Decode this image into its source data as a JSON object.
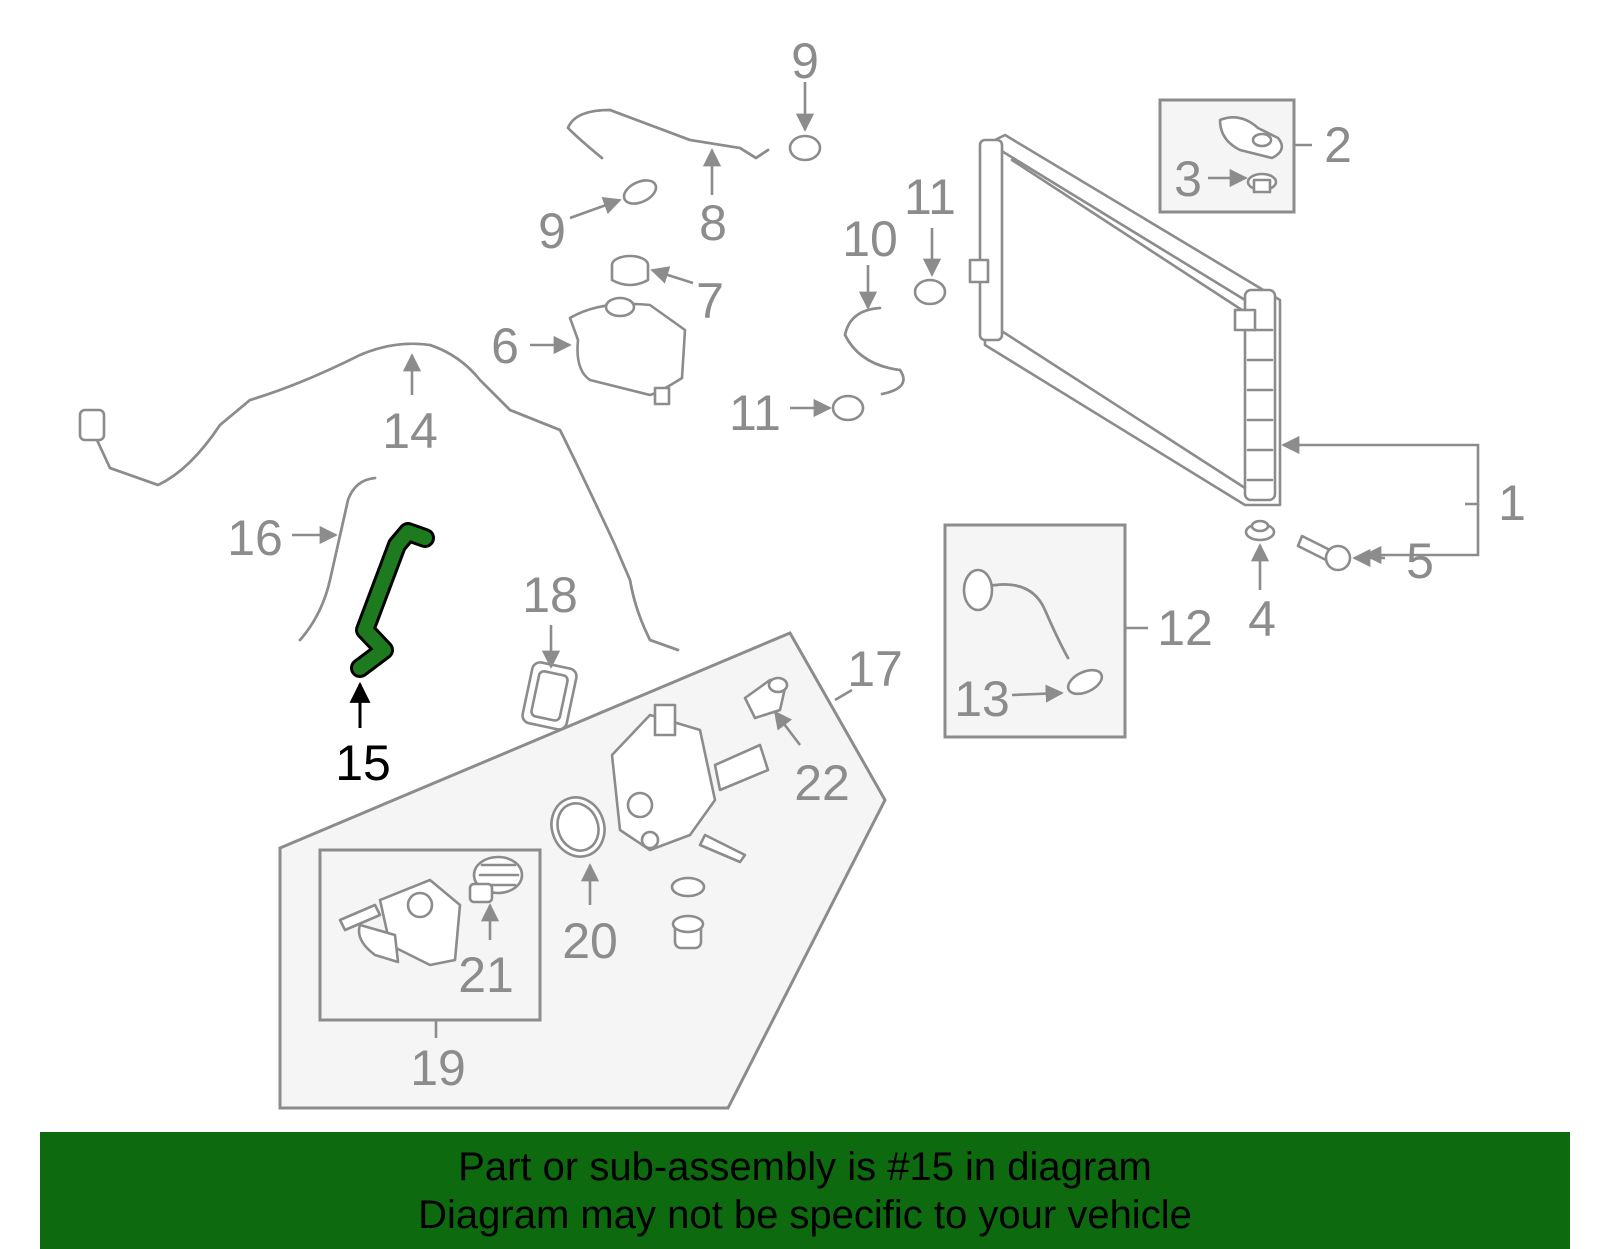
{
  "colors": {
    "banner_bg": "#0e6a0e",
    "highlight": "#1e7a1e",
    "line_gray": "#8c8c8c",
    "group_box_bg": "#f5f5f5"
  },
  "highlighted_part": "15",
  "callouts": {
    "c1": "1",
    "c2": "2",
    "c3": "3",
    "c4": "4",
    "c5": "5",
    "c6": "6",
    "c7": "7",
    "c8": "8",
    "c9a": "9",
    "c9b": "9",
    "c10": "10",
    "c11a": "11",
    "c11b": "11",
    "c12": "12",
    "c13": "13",
    "c14": "14",
    "c15": "15",
    "c16": "16",
    "c17": "17",
    "c18": "18",
    "c19": "19",
    "c20": "20",
    "c21": "21",
    "c22": "22"
  },
  "banner": {
    "line1": "Part or sub-assembly is #15 in diagram",
    "line2": "Diagram may not be specific to your vehicle"
  }
}
